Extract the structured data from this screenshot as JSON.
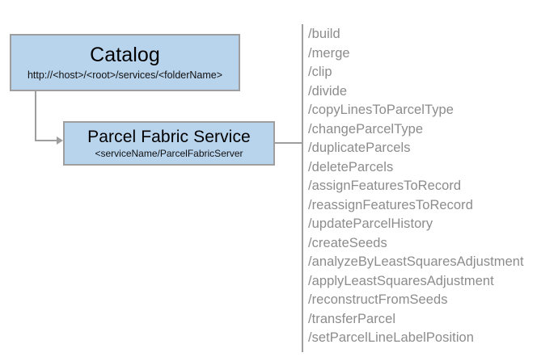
{
  "diagram": {
    "nodes": [
      {
        "id": "catalog",
        "title": "Catalog",
        "subtitle": "http://<host>/<root>/services/<folderName>"
      },
      {
        "id": "parcel-fabric-service",
        "title": "Parcel Fabric Service",
        "subtitle": "<serviceName/ParcelFabricServer"
      }
    ],
    "operations": [
      "/build",
      "/merge",
      "/clip",
      "/divide",
      "/copyLinesToParcelType",
      "/changeParcelType",
      "/duplicateParcels",
      "/deleteParcels",
      "/assignFeaturesToRecord",
      "/reassignFeaturesToRecord",
      "/updateParcelHistory",
      "/createSeeds",
      "/analyzeByLeastSquaresAdjustment",
      "/applyLeastSquaresAdjustment",
      "/reconstructFromSeeds",
      "/transferParcel",
      "/setParcelLineLabelPosition"
    ],
    "colors": {
      "node_fill": "#b8d3ec",
      "node_border": "#9e9e9e",
      "connector": "#9e9e9e",
      "operation_text": "#8c8c8c",
      "title_text": "#000000",
      "background": "#ffffff"
    }
  }
}
